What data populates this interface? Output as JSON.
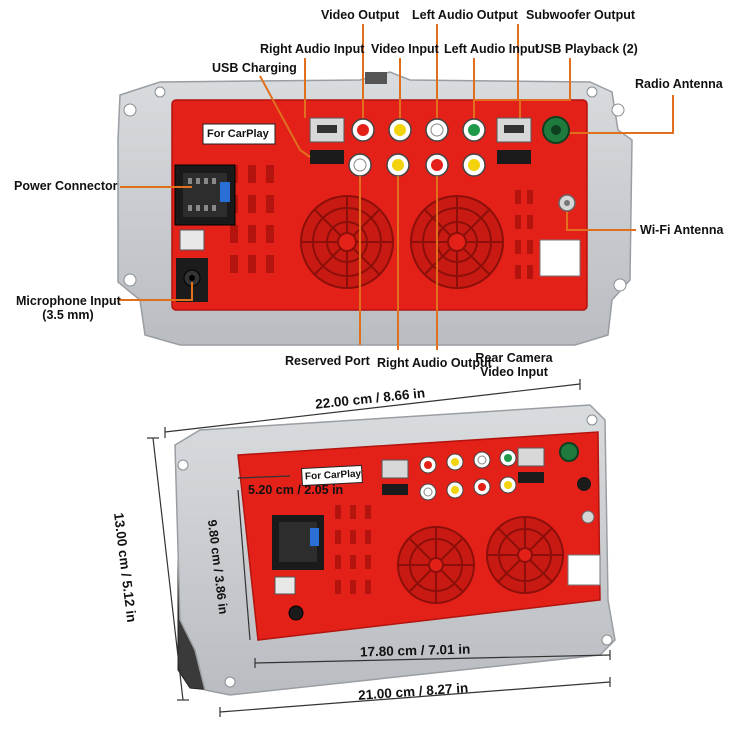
{
  "callouts": {
    "video_output": "Video Output",
    "left_audio_output": "Left Audio Output",
    "subwoofer_output": "Subwoofer Output",
    "right_audio_input": "Right Audio Input",
    "video_input": "Video Input",
    "left_audio_input": "Left Audio Input",
    "usb_playback": "USB Playback (2)",
    "usb_charging": "USB Charging",
    "radio_antenna": "Radio Antenna",
    "power_connector": "Power Connector",
    "wifi_antenna": "Wi-Fi Antenna",
    "microphone_input_line1": "Microphone Input",
    "microphone_input_line2": "(3.5 mm)",
    "reserved_port": "Reserved Port",
    "right_audio_output": "Right Audio Output",
    "rear_camera_line1": "Rear Camera",
    "rear_camera_line2": "Video Input"
  },
  "badges": {
    "carplay_top": "For CarPlay",
    "carplay_bottom": "For CarPlay"
  },
  "dimensions": {
    "top_width": "22.00 cm / 8.66 in",
    "left_height": "13.00 cm / 5.12 in",
    "inner_height": "9.80 cm / 3.86 in",
    "depth": "5.20 cm / 2.05 in",
    "inner_width": "17.80 cm / 7.01 in",
    "bottom_width": "21.00 cm / 8.27 in"
  },
  "colors": {
    "housing_red": "#e32119",
    "callout_line": "#e0701e",
    "bracket_gray": "#c8cbce"
  }
}
